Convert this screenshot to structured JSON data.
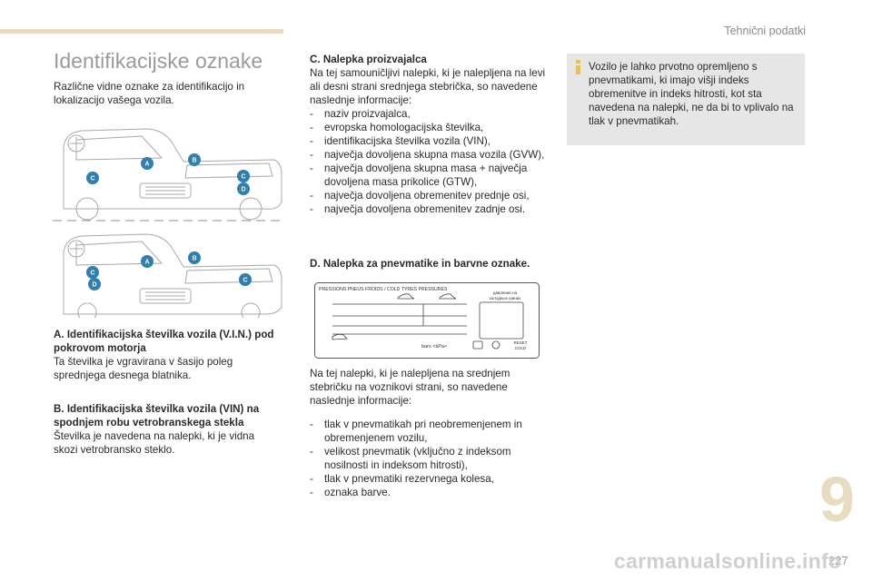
{
  "header": {
    "section": "Tehnični podatki"
  },
  "title": "Identifikacijske oznake",
  "intro": "Različne vidne oznake za identifikacijo in lokalizacijo vašega vozila.",
  "markers": [
    "A",
    "B",
    "C",
    "D"
  ],
  "sectionA": {
    "heading": "A. Identifikacijska številka vozila (V.I.N.) pod pokrovom motorja",
    "body": "Ta številka je vgravirana v šasijo poleg sprednjega desnega blatnika."
  },
  "sectionB": {
    "heading": "B. Identifikacijska številka vozila (VIN) na spodnjem robu vetrobranskega stekla",
    "body": "Številka je navedena na nalepki, ki je vidna skozi vetrobransko steklo."
  },
  "sectionC": {
    "heading": "C. Nalepka proizvajalca",
    "body": "Na tej samouničljivi nalepki, ki je nalepljena na levi ali desni strani srednjega stebrička, so navedene naslednje informacije:",
    "items": [
      "naziv proizvajalca,",
      "evropska homologacijska številka,",
      "identifikacijska številka vozila (VIN),",
      "največja dovoljena skupna masa vozila (GVW),",
      "največja dovoljena skupna masa + največja dovoljena masa prikolice (GTW),",
      "največja dovoljena obremenitev prednje osi,",
      "največja dovoljena obremenitev zadnje osi."
    ]
  },
  "sectionD": {
    "heading": "D. Nalepka za pnevmatike in barvne oznake.",
    "label": {
      "top_text": "PRESSIONS PNEUS FROIDS / COLD TYRES PRESSURES",
      "cyrillic_1": "давление на",
      "cyrillic_2": "холодных шинах",
      "units": "bars   <kPa>",
      "reset": "RESET",
      "cold": "COLD"
    },
    "description": "Na tej nalepki, ki je nalepljena na srednjem stebričku na voznikovi strani, so navedene naslednje informacije:",
    "items": [
      "tlak v pnevmatikah pri neobremenjenem in obremenjenem vozilu,",
      "velikost pnevmatik (vključno z indeksom nosilnosti in indeksom hitrosti),",
      "tlak v pnevmatiki rezervnega kolesa,",
      "oznaka barve."
    ]
  },
  "info": "Vozilo je lahko prvotno opremljeno s pnevmatikami, ki imajo višji indeks obremenitve in indeks hitrosti, kot sta navedena na nalepki, ne da bi to vplivalo na tlak v pnevmatikah.",
  "chapter": "9",
  "page": "227",
  "watermark": "carmanualsonline.info",
  "colors": {
    "marker": "#2f7fb0",
    "accent": "#e8dcc0",
    "info_bg": "#e6e6e6"
  }
}
